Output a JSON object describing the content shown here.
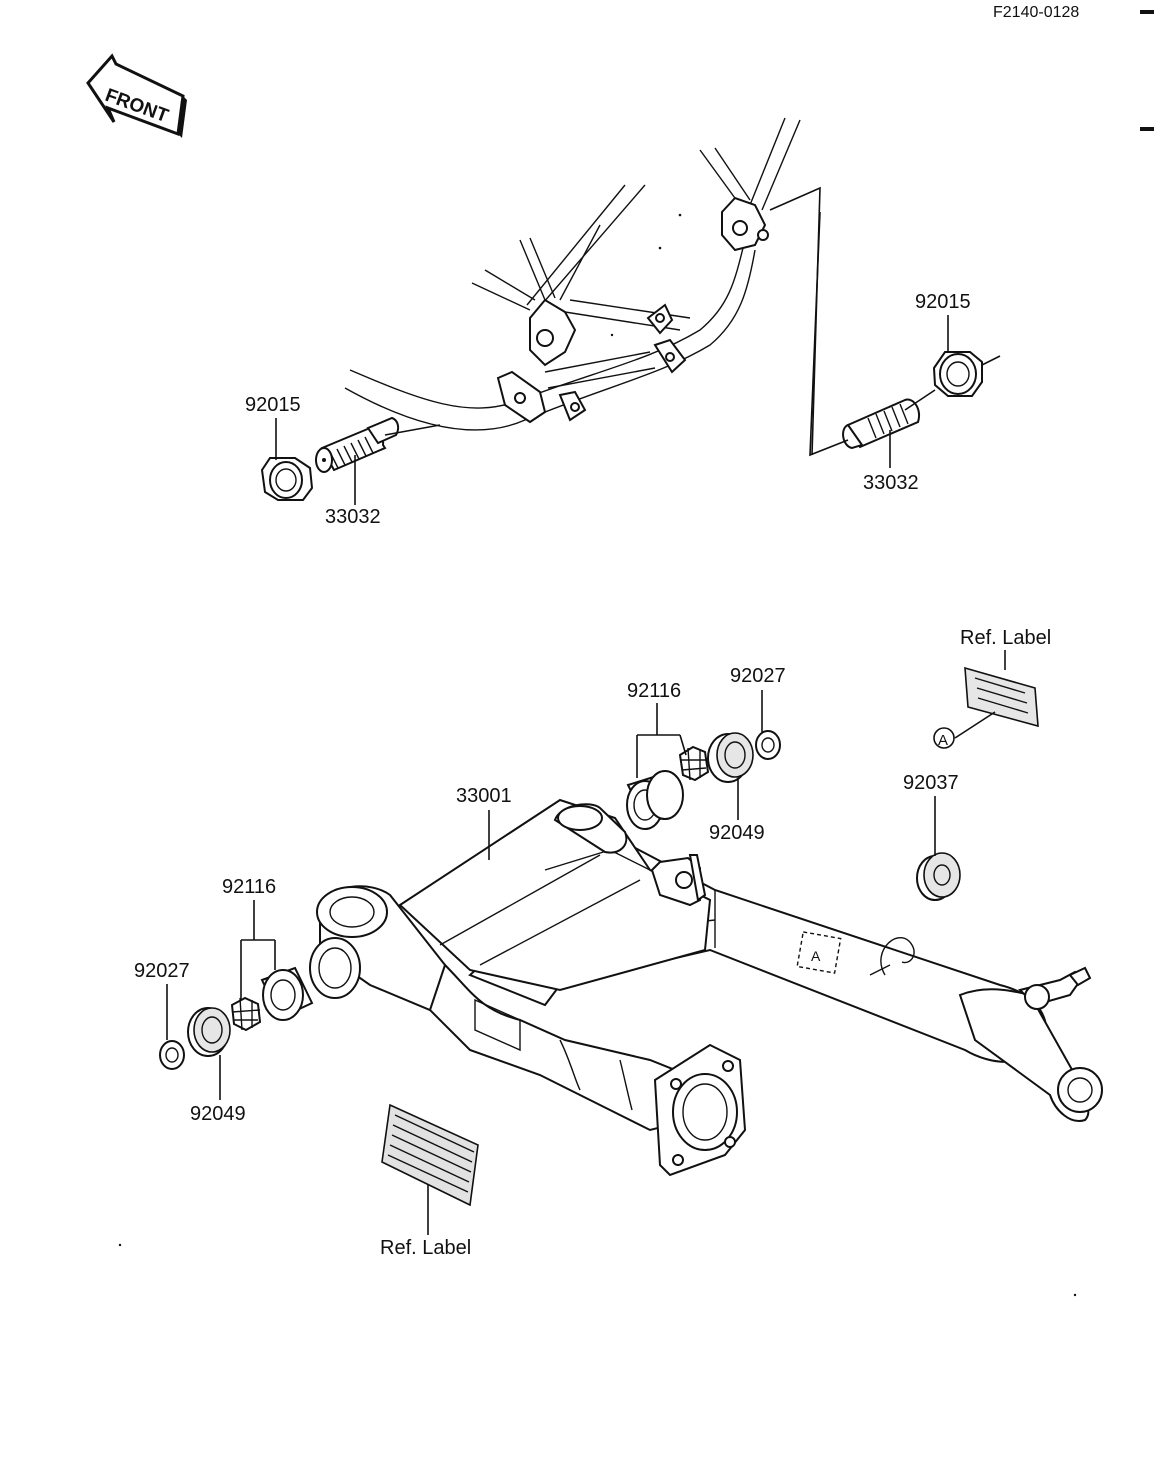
{
  "document": {
    "code": "F2140-0128"
  },
  "front_arrow": {
    "text": "FRONT"
  },
  "callouts": {
    "nut_left": "92015",
    "adjuster_left": "33032",
    "nut_right": "92015",
    "adjuster_right": "33032",
    "bushing_top": "92116",
    "collar_top": "92027",
    "seal_top": "92049",
    "swingarm": "33001",
    "cap": "92037",
    "bushing_left": "92116",
    "collar_left": "92027",
    "seal_left": "92049",
    "ref_label_top": "Ref. Label",
    "ref_label_bottom": "Ref. Label",
    "marker_a": "A",
    "marker_a_body": "A"
  },
  "colors": {
    "ink": "#111111",
    "paper": "#ffffff"
  }
}
